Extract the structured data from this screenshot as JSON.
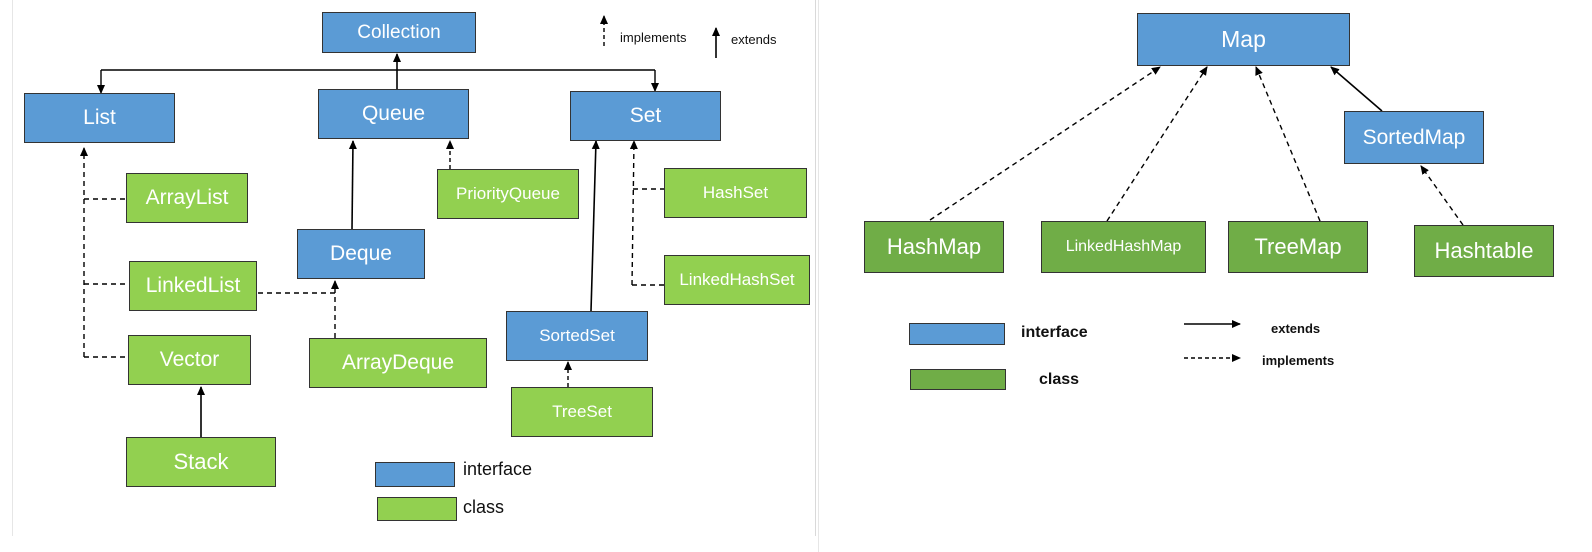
{
  "collection_diagram": {
    "nodes": {
      "collection": "Collection",
      "list": "List",
      "queue": "Queue",
      "set": "Set",
      "arraylist": "ArrayList",
      "linkedlist": "LinkedList",
      "vector": "Vector",
      "stack": "Stack",
      "deque": "Deque",
      "priorityqueue": "PriorityQueue",
      "arraydeque": "ArrayDeque",
      "hashset": "HashSet",
      "linkedhashset": "LinkedHashSet",
      "sortedset": "SortedSet",
      "treeset": "TreeSet"
    },
    "key": {
      "implements_label": "implements",
      "extends_label": "extends"
    },
    "legend": {
      "interface_label": "interface",
      "class_label": "class"
    }
  },
  "map_diagram": {
    "nodes": {
      "map": "Map",
      "sortedmap": "SortedMap",
      "hashmap": "HashMap",
      "linkedhashmap": "LinkedHashMap",
      "treemap": "TreeMap",
      "hashtable": "Hashtable"
    },
    "legend": {
      "interface_label": "interface",
      "class_label": "class",
      "extends_label": "extends",
      "implements_label": "implements"
    }
  },
  "colors": {
    "interface": "#5b9bd5",
    "class_left": "#92d050",
    "class_right": "#70ad47",
    "border": "#333333",
    "line": "#000000"
  },
  "relations": {
    "extends": [
      [
        "queue",
        "collection"
      ],
      [
        "deque",
        "queue"
      ],
      [
        "stack",
        "vector"
      ],
      [
        "sortedset",
        "set"
      ],
      [
        "sortedmap",
        "map"
      ]
    ],
    "implements": [
      [
        "arraylist",
        "list"
      ],
      [
        "linkedlist",
        "list"
      ],
      [
        "vector",
        "list"
      ],
      [
        "linkedlist",
        "deque"
      ],
      [
        "arraydeque",
        "deque"
      ],
      [
        "priorityqueue",
        "queue"
      ],
      [
        "hashset",
        "set"
      ],
      [
        "linkedhashset",
        "set"
      ],
      [
        "treeset",
        "sortedset"
      ],
      [
        "hashmap",
        "map"
      ],
      [
        "linkedhashmap",
        "map"
      ],
      [
        "treemap",
        "map"
      ],
      [
        "hashtable",
        "sortedmap"
      ]
    ]
  }
}
